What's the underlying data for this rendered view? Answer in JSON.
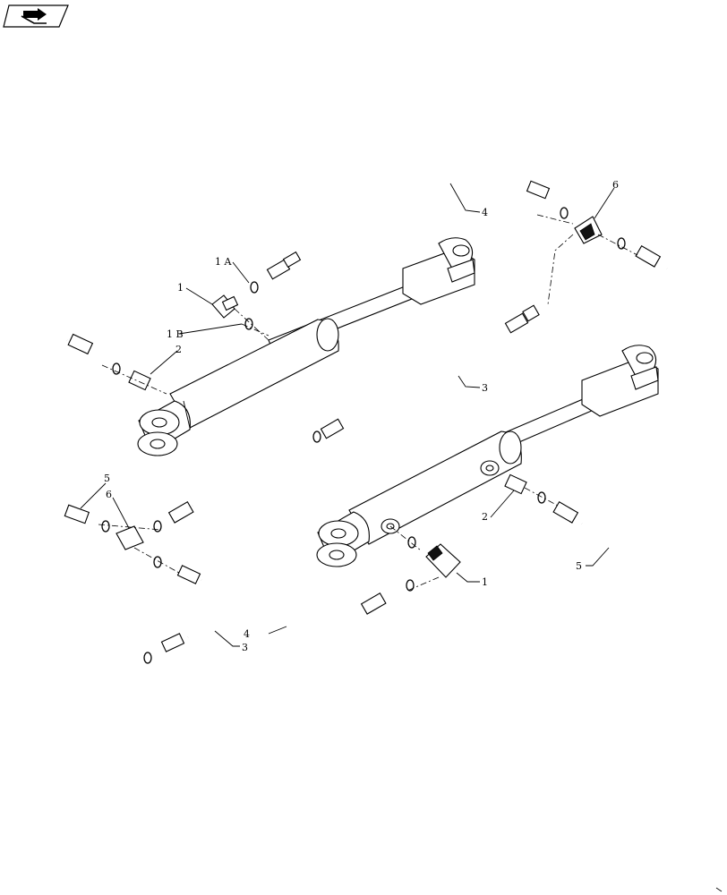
{
  "callouts": {
    "c1_left": "1",
    "c1a": "1 A",
    "c1b": "1 B",
    "c2_left": "2",
    "c3_top": "3",
    "c4_top": "4",
    "c5_left": "5",
    "c6_left": "6",
    "c6_right": "6",
    "c2_right": "2",
    "c1_right": "1",
    "c5_right": "5",
    "c4_bottom": "4",
    "c3_bottom": "3"
  },
  "icons": {
    "nav": "next-page-arrow-icon"
  }
}
